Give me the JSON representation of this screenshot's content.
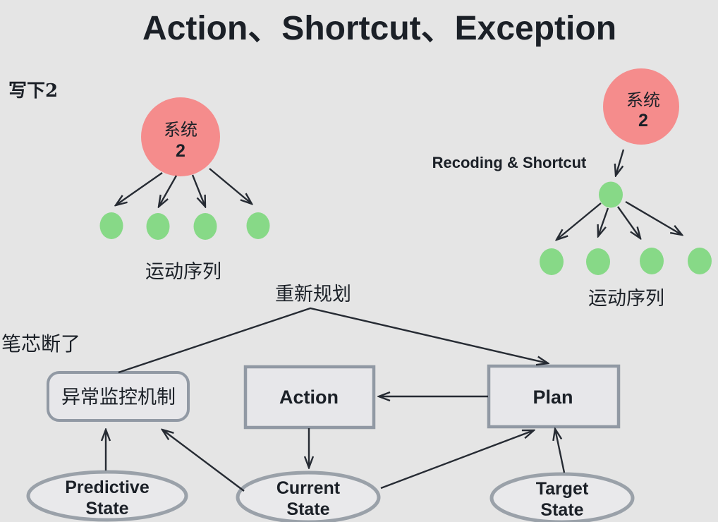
{
  "colors": {
    "background": "#e5e5e5",
    "pink_node": "#f58c8c",
    "green_node": "#87d987",
    "line": "#262b33",
    "box_fill": "#e7e7ea",
    "box_border": "#9199a4",
    "ellipse_fill": "#e9e9eb",
    "ellipse_border": "#9aa1a9",
    "text_dark": "#1b2027"
  },
  "title": "Action、Shortcut、Exception",
  "labels": {
    "write_down_2": "写下2",
    "pen_lead_broke": "笔芯断了",
    "replan": "重新规划",
    "recoding_shortcut": "Recoding & Shortcut"
  },
  "left_tree": {
    "root_line1": "系统",
    "root_line2": "2",
    "caption": "运动序列"
  },
  "right_tree": {
    "root_line1": "系统",
    "root_line2": "2",
    "caption": "运动序列"
  },
  "boxes": {
    "monitor": "异常监控机制",
    "action": "Action",
    "plan": "Plan"
  },
  "states": {
    "predictive": {
      "line1": "Predictive",
      "line2": "State"
    },
    "current": {
      "line1": "Current",
      "line2": "State"
    },
    "target": {
      "line1": "Target",
      "line2": "State"
    }
  }
}
